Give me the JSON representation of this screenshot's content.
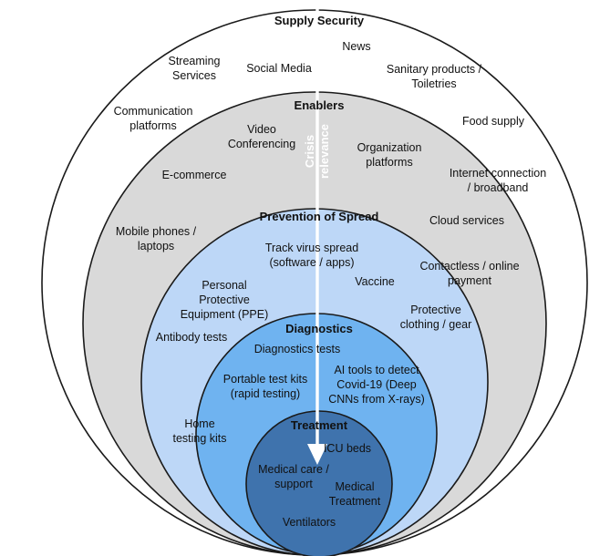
{
  "rings": [
    {
      "id": "supply-security",
      "title": "Supply Security",
      "fill": "#ffffff",
      "items": [
        {
          "id": "streaming-services",
          "lines": [
            "Streaming",
            "Services"
          ]
        },
        {
          "id": "social-media",
          "lines": [
            "Social Media"
          ]
        },
        {
          "id": "news",
          "lines": [
            "News"
          ]
        },
        {
          "id": "sanitary-products",
          "lines": [
            "Sanitary products /",
            "Toiletries"
          ]
        },
        {
          "id": "communication-platforms",
          "lines": [
            "Communication",
            "platforms"
          ]
        },
        {
          "id": "food-supply",
          "lines": [
            "Food supply"
          ]
        }
      ]
    },
    {
      "id": "enablers",
      "title": "Enablers",
      "fill": "#d9d9d9",
      "items": [
        {
          "id": "video-conferencing",
          "lines": [
            "Video",
            "Conferencing"
          ]
        },
        {
          "id": "organization-platforms",
          "lines": [
            "Organization",
            "platforms"
          ]
        },
        {
          "id": "e-commerce",
          "lines": [
            "E-commerce"
          ]
        },
        {
          "id": "internet-connection",
          "lines": [
            "Internet connection",
            "/ broadband"
          ]
        },
        {
          "id": "mobile-phones",
          "lines": [
            "Mobile phones /",
            "laptops"
          ]
        },
        {
          "id": "cloud-services",
          "lines": [
            "Cloud services"
          ]
        }
      ]
    },
    {
      "id": "prevention-of-spread",
      "title": "Prevention of Spread",
      "fill": "#bdd7f7",
      "items": [
        {
          "id": "track-virus-spread",
          "lines": [
            "Track virus spread",
            "(software / apps)"
          ]
        },
        {
          "id": "contactless-payment",
          "lines": [
            "Contactless / online",
            "payment"
          ]
        },
        {
          "id": "ppe",
          "lines": [
            "Personal",
            "Protective",
            "Equipment (PPE)"
          ]
        },
        {
          "id": "vaccine",
          "lines": [
            "Vaccine"
          ]
        },
        {
          "id": "protective-clothing",
          "lines": [
            "Protective",
            "clothing / gear"
          ]
        },
        {
          "id": "antibody-tests",
          "lines": [
            "Antibody tests"
          ]
        },
        {
          "id": "home-testing-kits",
          "lines": [
            "Home",
            "testing kits"
          ]
        }
      ]
    },
    {
      "id": "diagnostics",
      "title": "Diagnostics",
      "fill": "#6fb3f0",
      "items": [
        {
          "id": "diagnostics-tests",
          "lines": [
            "Diagnostics tests"
          ]
        },
        {
          "id": "portable-test-kits",
          "lines": [
            "Portable test kits",
            "(rapid testing)"
          ]
        },
        {
          "id": "ai-tools",
          "lines": [
            "AI tools to detect",
            "Covid-19 (Deep",
            "CNNs from X-rays)"
          ]
        }
      ]
    },
    {
      "id": "treatment",
      "title": "Treatment",
      "fill": "#3f73ad",
      "items": [
        {
          "id": "icu-beds",
          "lines": [
            "ICU beds"
          ]
        },
        {
          "id": "medical-care",
          "lines": [
            "Medical care /",
            "support"
          ]
        },
        {
          "id": "medical-treatment",
          "lines": [
            "Medical",
            "Treatment"
          ]
        },
        {
          "id": "ventilators",
          "lines": [
            "Ventilators"
          ]
        }
      ]
    }
  ],
  "arrow": {
    "lines": [
      "Crisis",
      "relevance"
    ],
    "color": "#ffffff"
  }
}
